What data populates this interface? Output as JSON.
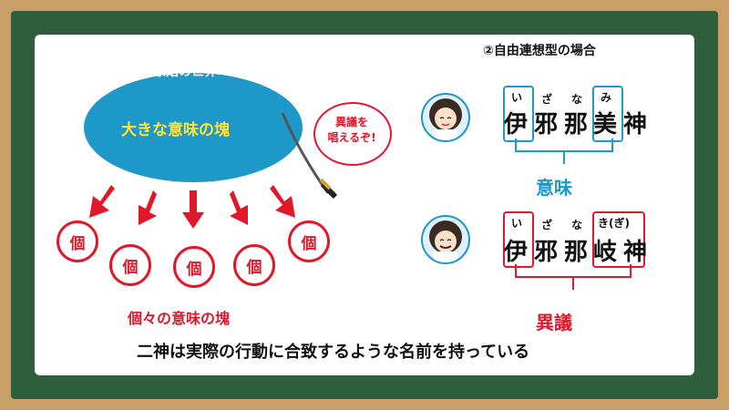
{
  "left": {
    "world_title": "原始の世界",
    "blob_text": "大きな意味の塊",
    "bubble_line1": "異議を",
    "bubble_line2": "唱えるぞ!",
    "pieces": [
      "個",
      "個",
      "個",
      "個",
      "個"
    ],
    "pieces_label": "個々の意味の塊"
  },
  "right": {
    "heading": "②自由連想型の場合",
    "top_name": {
      "chars": [
        "伊",
        "邪",
        "那",
        "美",
        "神"
      ],
      "ruby": [
        "い",
        "ざ",
        "な",
        "み"
      ]
    },
    "meaning": "意味",
    "bottom_name": {
      "chars": [
        "伊",
        "邪",
        "那",
        "岐",
        "神"
      ],
      "ruby": [
        "い",
        "ざ",
        "な",
        "き(ぎ)"
      ]
    },
    "objection": "異議"
  },
  "footer": "二神は実際の行動に合致するような名前を持っている",
  "colors": {
    "red": "#e1182a",
    "blue": "#1e97c9",
    "yellow": "#ffe53a",
    "board": "#2f5e3c",
    "frame": "#c9a068"
  }
}
